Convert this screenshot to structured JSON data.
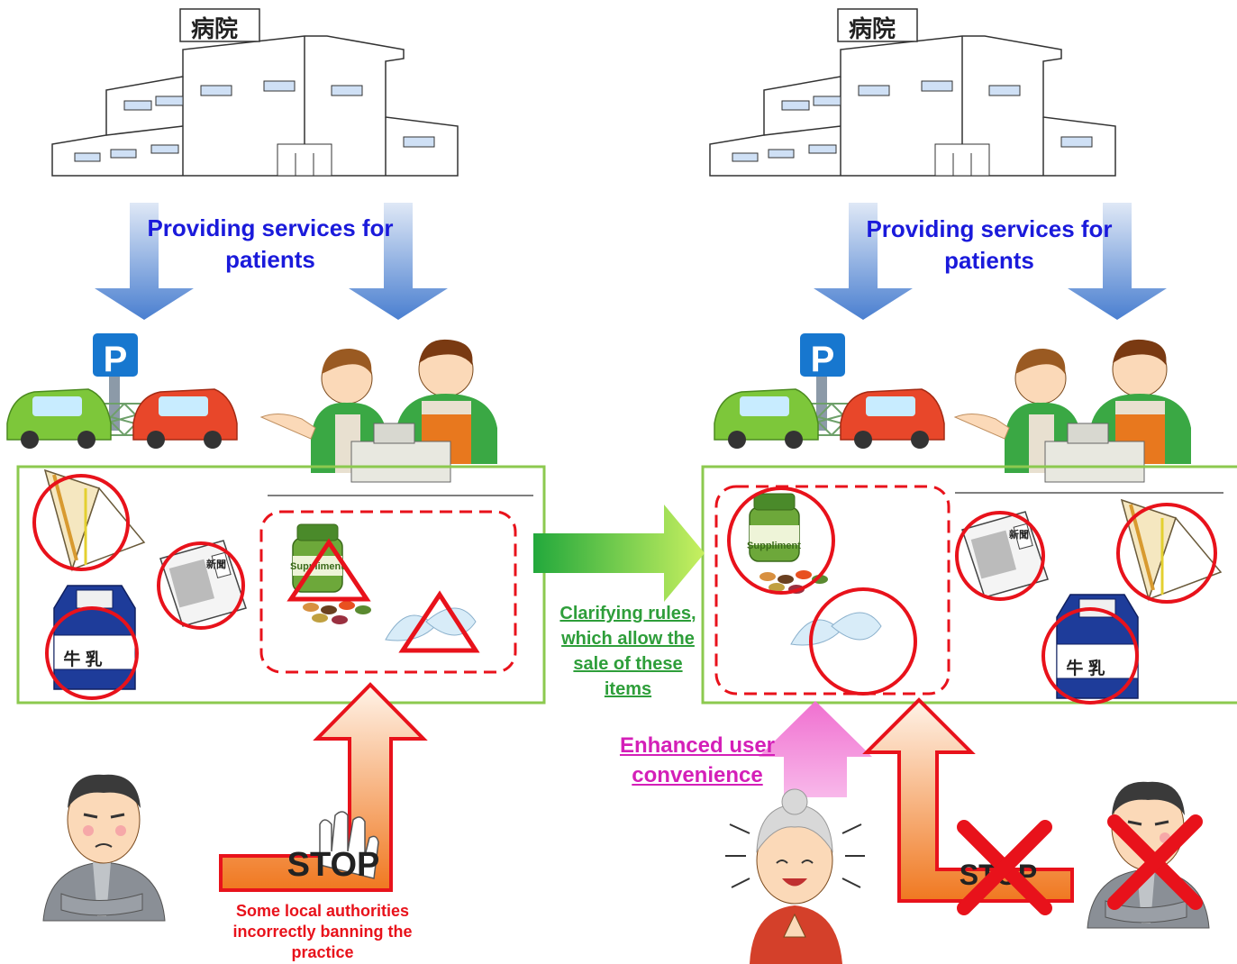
{
  "hospital_sign": "病院",
  "parking_sign": "P",
  "milk_label": "牛 乳",
  "newspaper_label": "新聞",
  "supplement_label": "Suppliment",
  "stop_sign": "STOP",
  "left_panel": {
    "services_label": "Providing services for patients"
  },
  "right_panel": {
    "services_label": "Providing services for patients"
  },
  "transition_label": "Clarifying rules, which allow the sale of these items",
  "convenience_label": "Enhanced user convenience",
  "ban_label": "Some local authorities incorrectly banning the practice",
  "colors": {
    "label_blue": "#1a1adb",
    "label_green": "#2e9e3a",
    "label_pink": "#d41fb8",
    "label_red": "#e8121b",
    "store_border": "#8cc94f",
    "marker_red": "#e8121b"
  }
}
